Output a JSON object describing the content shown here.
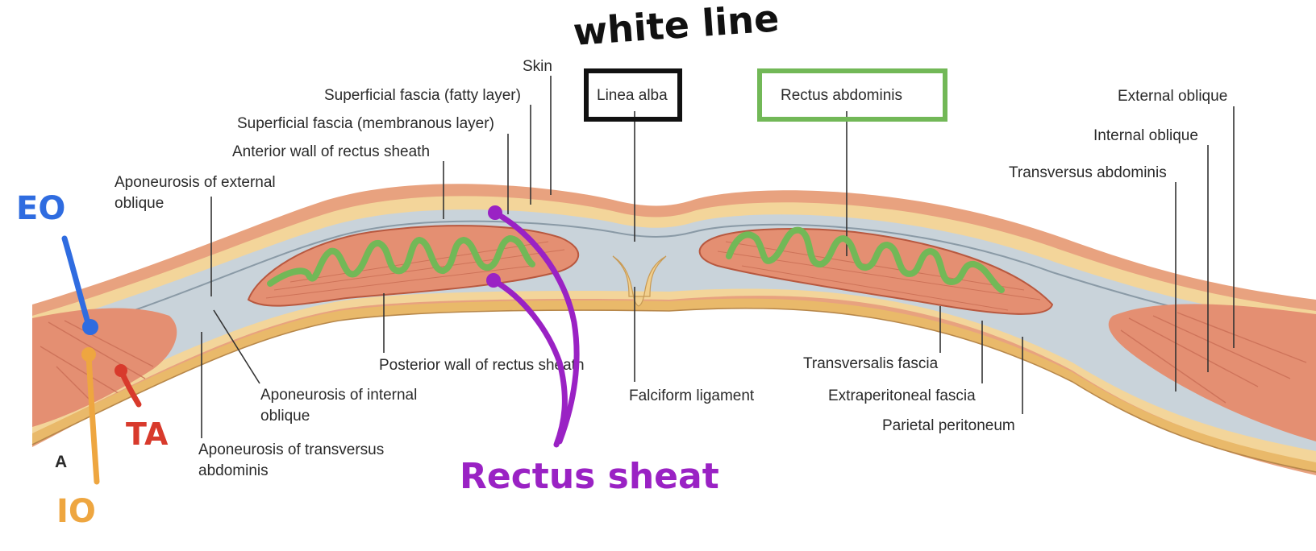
{
  "panel_letter": "A",
  "colors": {
    "skin": "#e8a27f",
    "fat": "#f3d59a",
    "fascia": "#c9d3da",
    "muscle": "#e48f72",
    "peritoneum": "#e9b96a",
    "ink_black": "#111111",
    "ink_green": "#72b857",
    "ink_blue": "#2f6ce0",
    "ink_orange": "#eea640",
    "ink_red": "#d83a2c",
    "ink_purple": "#9a22c4"
  },
  "labels": {
    "skin": "Skin",
    "sup_fascia_fatty": "Superficial fascia (fatty layer)",
    "sup_fascia_membranous": "Superficial fascia (membranous layer)",
    "ant_wall_rectus_sheath": "Anterior wall of rectus sheath",
    "aponeurosis_ext_oblique_1": "Aponeurosis of external",
    "aponeurosis_ext_oblique_2": "oblique",
    "linea_alba": "Linea alba",
    "rectus_abdominis": "Rectus abdominis",
    "external_oblique": "External oblique",
    "internal_oblique": "Internal oblique",
    "transversus_abdominis": "Transversus abdominis",
    "post_wall_rectus_sheath": "Posterior wall of rectus sheath",
    "aponeurosis_int_oblique_1": "Aponeurosis of internal",
    "aponeurosis_int_oblique_2": "oblique",
    "aponeurosis_transversus_1": "Aponeurosis of transversus",
    "aponeurosis_transversus_2": "abdominis",
    "falciform_ligament": "Falciform ligament",
    "transversalis_fascia": "Transversalis fascia",
    "extraperitoneal_fascia": "Extraperitoneal fascia",
    "parietal_peritoneum": "Parietal peritoneum"
  },
  "handwritten": {
    "white_line": "white line",
    "eo": "EO",
    "io": "IO",
    "ta": "TA",
    "rectus_sheath": "Rectus sheat"
  }
}
